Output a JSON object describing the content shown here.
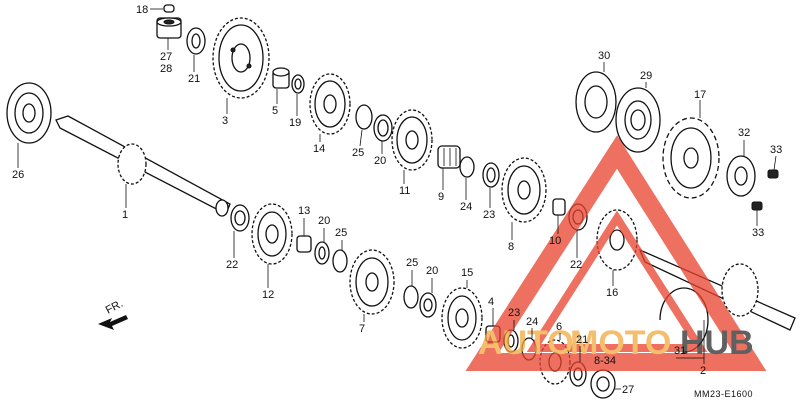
{
  "diagram": {
    "code": "MM23-E1600",
    "direction_marker": "FR.",
    "labels": [
      {
        "id": "l18",
        "text": "18"
      },
      {
        "id": "l27a",
        "text": "27"
      },
      {
        "id": "l28",
        "text": "28"
      },
      {
        "id": "l21a",
        "text": "21"
      },
      {
        "id": "l3",
        "text": "3"
      },
      {
        "id": "l5",
        "text": "5"
      },
      {
        "id": "l19",
        "text": "19"
      },
      {
        "id": "l14",
        "text": "14"
      },
      {
        "id": "l25a",
        "text": "25"
      },
      {
        "id": "l20a",
        "text": "20"
      },
      {
        "id": "l11",
        "text": "11"
      },
      {
        "id": "l9",
        "text": "9"
      },
      {
        "id": "l24a",
        "text": "24"
      },
      {
        "id": "l23a",
        "text": "23"
      },
      {
        "id": "l8",
        "text": "8"
      },
      {
        "id": "l10",
        "text": "10"
      },
      {
        "id": "l30",
        "text": "30"
      },
      {
        "id": "l29",
        "text": "29"
      },
      {
        "id": "l17",
        "text": "17"
      },
      {
        "id": "l32",
        "text": "32"
      },
      {
        "id": "l33a",
        "text": "33"
      },
      {
        "id": "l33b",
        "text": "33"
      },
      {
        "id": "l26",
        "text": "26"
      },
      {
        "id": "l1",
        "text": "1"
      },
      {
        "id": "l22a",
        "text": "22"
      },
      {
        "id": "l13",
        "text": "13"
      },
      {
        "id": "l20b",
        "text": "20"
      },
      {
        "id": "l25b",
        "text": "25"
      },
      {
        "id": "l12",
        "text": "12"
      },
      {
        "id": "l25c",
        "text": "25"
      },
      {
        "id": "l20c",
        "text": "20"
      },
      {
        "id": "l15",
        "text": "15"
      },
      {
        "id": "l7",
        "text": "7"
      },
      {
        "id": "l4",
        "text": "4"
      },
      {
        "id": "l23b",
        "text": "23"
      },
      {
        "id": "l24b",
        "text": "24"
      },
      {
        "id": "l6",
        "text": "6"
      },
      {
        "id": "l21b",
        "text": "21"
      },
      {
        "id": "l34",
        "text": "8-34"
      },
      {
        "id": "l27b",
        "text": "27"
      },
      {
        "id": "l22b",
        "text": "22"
      },
      {
        "id": "l16",
        "text": "16"
      },
      {
        "id": "l31",
        "text": "31"
      },
      {
        "id": "l2",
        "text": "2"
      }
    ]
  },
  "watermark": {
    "text_auto": "AUTO",
    "text_moto": "MOTO",
    "text_hub": "HUB",
    "color_primary": "#e8412c",
    "color_secondary": "#f2a93b",
    "color_hub": "#2b2b2b"
  }
}
